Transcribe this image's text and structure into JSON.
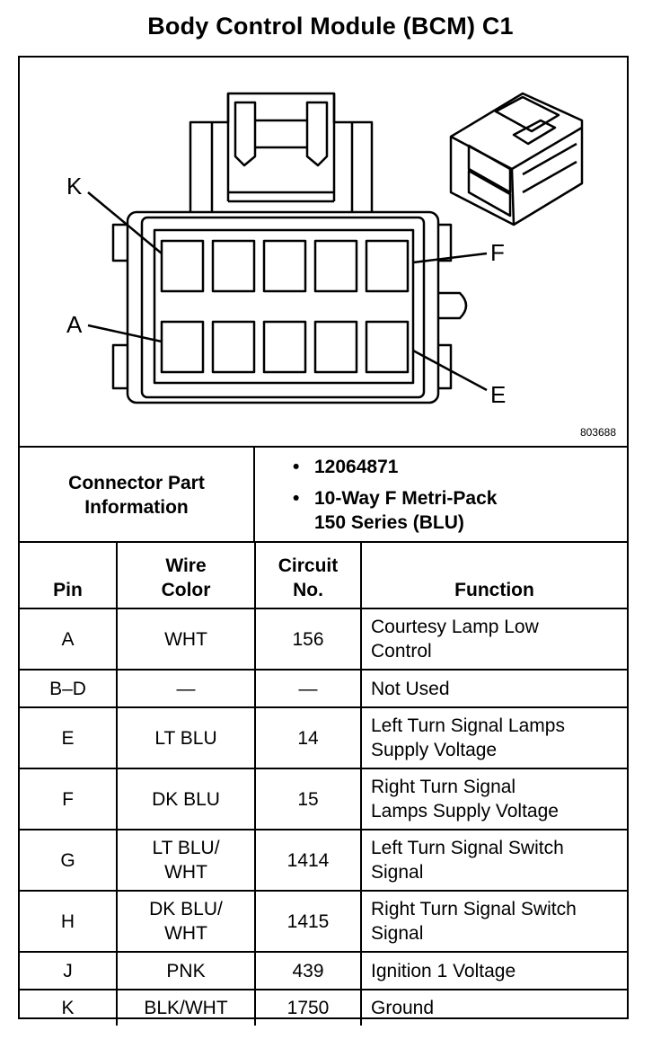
{
  "title": "Body Control Module (BCM) C1",
  "diagram": {
    "labels": {
      "k": "K",
      "f": "F",
      "a": "A",
      "e": "E"
    },
    "drawing_number": "803688"
  },
  "connector_info": {
    "label": "Connector Part\nInformation",
    "items": [
      "12064871",
      "10-Way F Metri-Pack\n150 Series (BLU)"
    ],
    "bullet": "•"
  },
  "table": {
    "headers": {
      "pin": "Pin",
      "wire": "Wire\nColor",
      "circuit": "Circuit\nNo.",
      "function": "Function"
    },
    "rows": [
      {
        "pin": "A",
        "wire": "WHT",
        "circuit": "156",
        "function": "Courtesy Lamp Low\nControl"
      },
      {
        "pin": "B–D",
        "wire": "—",
        "circuit": "—",
        "function": "Not Used"
      },
      {
        "pin": "E",
        "wire": "LT BLU",
        "circuit": "14",
        "function": "Left Turn Signal Lamps\nSupply Voltage"
      },
      {
        "pin": "F",
        "wire": "DK BLU",
        "circuit": "15",
        "function": "Right Turn Signal\nLamps Supply Voltage"
      },
      {
        "pin": "G",
        "wire": "LT BLU/\nWHT",
        "circuit": "1414",
        "function": "Left Turn Signal Switch\nSignal"
      },
      {
        "pin": "H",
        "wire": "DK BLU/\nWHT",
        "circuit": "1415",
        "function": "Right Turn Signal Switch\nSignal"
      },
      {
        "pin": "J",
        "wire": "PNK",
        "circuit": "439",
        "function": "Ignition 1 Voltage"
      },
      {
        "pin": "K",
        "wire": "BLK/WHT",
        "circuit": "1750",
        "function": "Ground"
      }
    ]
  }
}
